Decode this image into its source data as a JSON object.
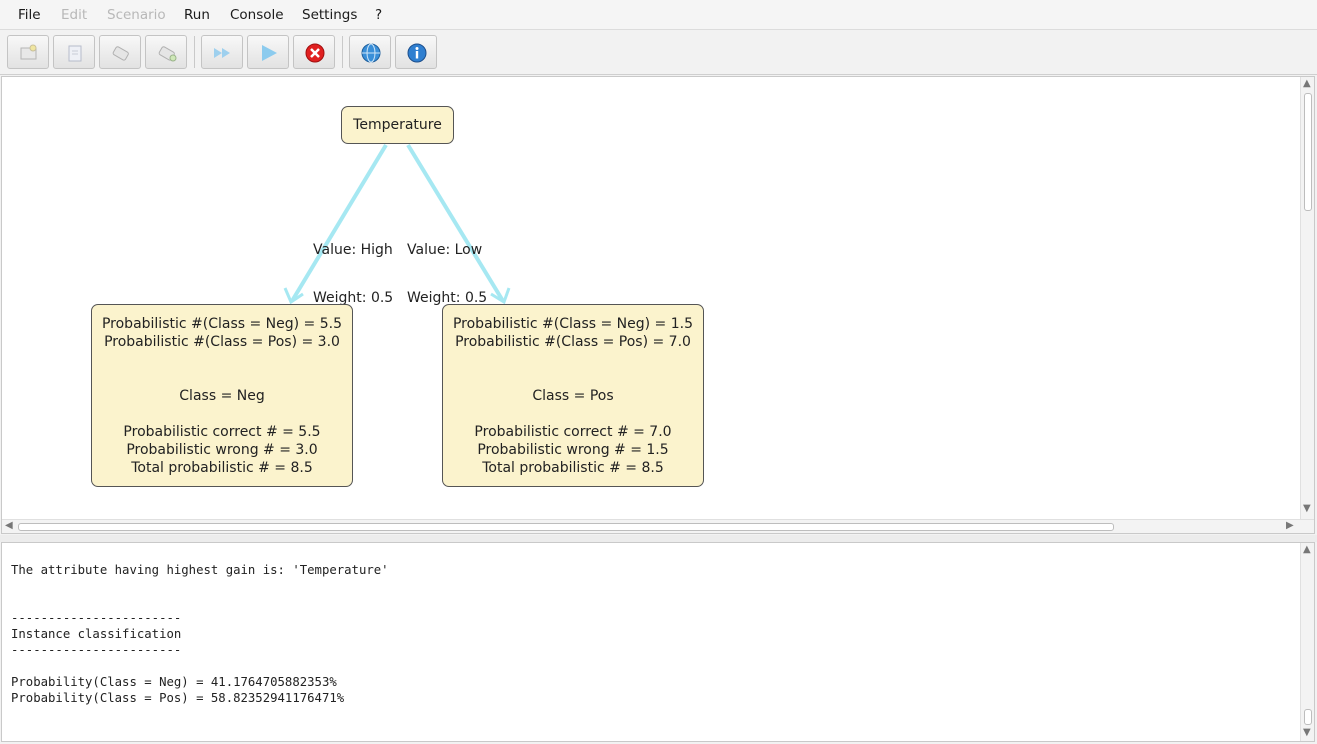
{
  "menu": [
    {
      "label": "File",
      "enabled": true
    },
    {
      "label": "Edit",
      "enabled": false
    },
    {
      "label": "Scenario",
      "enabled": false
    },
    {
      "label": "Run",
      "enabled": true
    },
    {
      "label": "Console",
      "enabled": true
    },
    {
      "label": "Settings",
      "enabled": true
    },
    {
      "label": "?",
      "enabled": true
    }
  ],
  "toolbar": [
    {
      "icon": "new-scenario-icon",
      "enabled": false
    },
    {
      "icon": "open-document-icon",
      "enabled": false
    },
    {
      "icon": "save-disk-icon",
      "enabled": false
    },
    {
      "icon": "save-as-disk-icon",
      "enabled": false
    },
    {
      "icon": "fast-forward-icon",
      "enabled": false
    },
    {
      "icon": "play-icon",
      "enabled": false
    },
    {
      "icon": "stop-icon",
      "enabled": true,
      "color": "#e02020"
    },
    {
      "icon": "globe-icon",
      "enabled": true,
      "color": "#3a8fd8"
    },
    {
      "icon": "info-icon",
      "enabled": true,
      "color": "#2f7fd0"
    }
  ],
  "tree": {
    "root": "Temperature",
    "edge_color": "#a6e8f2",
    "node_color": "#fbf3cd",
    "edges": [
      {
        "value": "Value: High",
        "weight": "Weight: 0.5"
      },
      {
        "value": "Value: Low",
        "weight": "Weight: 0.5"
      }
    ],
    "leaves": [
      {
        "neg": "Probabilistic #(Class = Neg) = 5.5",
        "pos": "Probabilistic #(Class = Pos) = 3.0",
        "class": "Class = Neg",
        "correct": "Probabilistic correct # = 5.5",
        "wrong": "Probabilistic wrong # = 3.0",
        "total": "Total probabilistic # = 8.5"
      },
      {
        "neg": "Probabilistic #(Class = Neg) = 1.5",
        "pos": "Probabilistic #(Class = Pos) = 7.0",
        "class": "Class = Pos",
        "correct": "Probabilistic correct # = 7.0",
        "wrong": "Probabilistic wrong # = 1.5",
        "total": "Total probabilistic # = 8.5"
      }
    ]
  },
  "console": {
    "lines": [
      "The attribute having highest gain is: 'Temperature'",
      "-----------------------",
      "Instance classification",
      "-----------------------",
      "Probability(Class = Neg) = 41.1764705882353%",
      "Probability(Class = Pos) = 58.82352941176471%"
    ]
  }
}
